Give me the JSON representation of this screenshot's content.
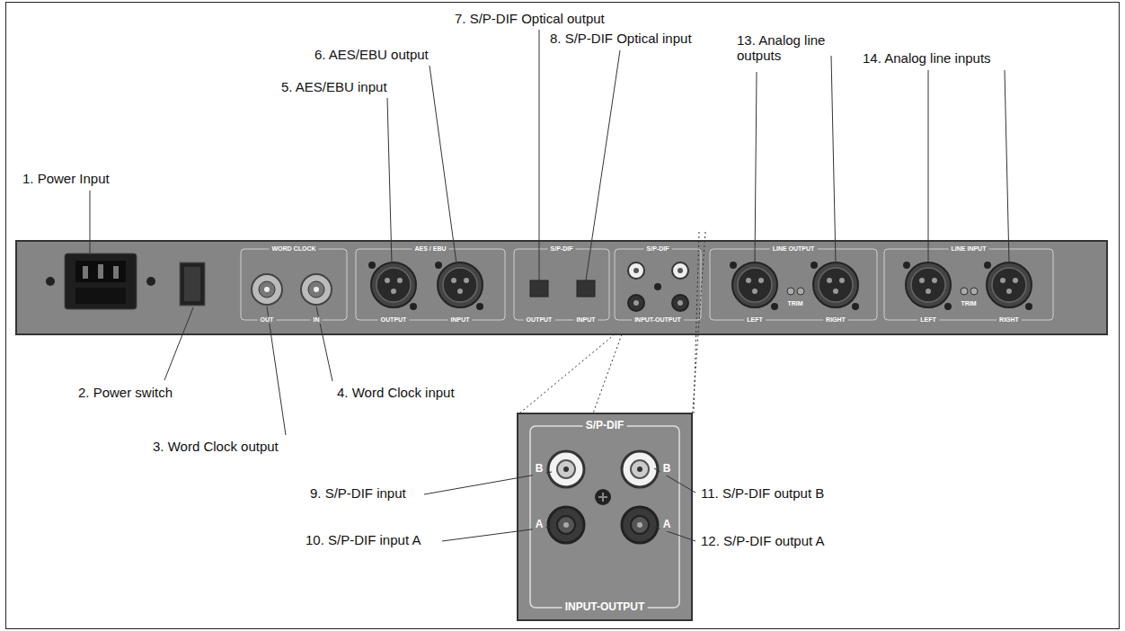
{
  "diagram": {
    "labels": [
      "1. Power Input",
      "2. Power switch",
      "3. Word Clock output",
      "4. Word Clock input",
      "5. AES/EBU input",
      "6. AES/EBU output",
      "7. S/P-DIF Optical output",
      "8. S/P-DIF Optical input",
      "9. S/P-DIF input",
      "10. S/P-DIF input A",
      "11. S/P-DIF output B",
      "12. S/P-DIF output A",
      "13. Analog line outputs",
      "14. Analog line inputs",
      "WORD CLOCK",
      "OUT",
      "IN",
      "AES / EBU",
      "OUTPUT",
      "INPUT",
      "S/P-DIF",
      "OUTPUT",
      "INPUT",
      "S/P-DIF",
      "INPUT-OUTPUT",
      "LINE OUTPUT",
      "LEFT",
      "RIGHT",
      "TRIM",
      "LINE INPUT",
      "LEFT",
      "RIGHT",
      "TRIM",
      "S/P-DIF",
      "B",
      "B",
      "A",
      "A",
      "INPUT-OUTPUT"
    ]
  }
}
